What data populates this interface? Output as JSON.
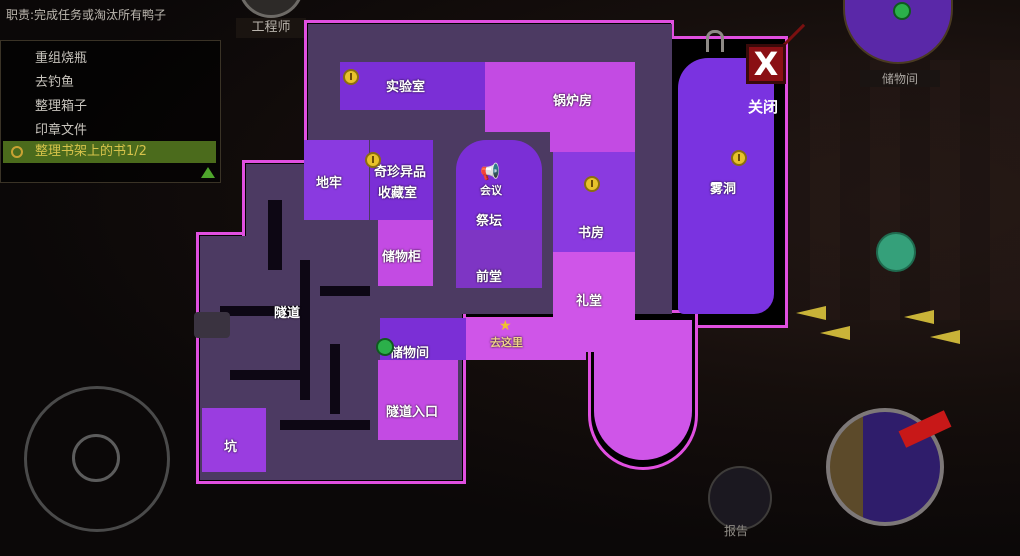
{
  "hud": {
    "role_text": "职责:完成任务或淘汰所有鸭子",
    "role_name": "工程师",
    "tasks": [
      {
        "label": "重组烧瓶",
        "active": false
      },
      {
        "label": "去钓鱼",
        "active": false
      },
      {
        "label": "整理箱子",
        "active": false
      },
      {
        "label": "印章文件",
        "active": false
      },
      {
        "label": "整理书架上的书1/2",
        "active": true
      }
    ],
    "close_label": "关闭",
    "close_icon": "X",
    "minimap_label": "储物间",
    "report_label": "报告"
  },
  "map": {
    "rooms": [
      {
        "id": "lab",
        "label": "实验室"
      },
      {
        "id": "boiler",
        "label": "锅炉房"
      },
      {
        "id": "dungeon",
        "label": "地牢"
      },
      {
        "id": "curio",
        "label": "奇珍异品"
      },
      {
        "id": "curio2",
        "label": "收藏室"
      },
      {
        "id": "meeting",
        "label": "会议"
      },
      {
        "id": "altar",
        "label": "祭坛"
      },
      {
        "id": "study",
        "label": "书房"
      },
      {
        "id": "fog",
        "label": "雾洞"
      },
      {
        "id": "locker",
        "label": "储物柜"
      },
      {
        "id": "tunnel",
        "label": "隧道"
      },
      {
        "id": "lobby",
        "label": "前堂"
      },
      {
        "id": "chapel",
        "label": "礼堂"
      },
      {
        "id": "storage",
        "label": "储物间"
      },
      {
        "id": "goto",
        "label": "去这里"
      },
      {
        "id": "tunnel_entry",
        "label": "隧道入口"
      },
      {
        "id": "pit",
        "label": "坑"
      }
    ]
  },
  "colors": {
    "outline": "#e04fe0",
    "task_active_bg": "#4b6b1c",
    "task_active_text": "#d6c34a",
    "close_bg": "#8a0f14"
  }
}
